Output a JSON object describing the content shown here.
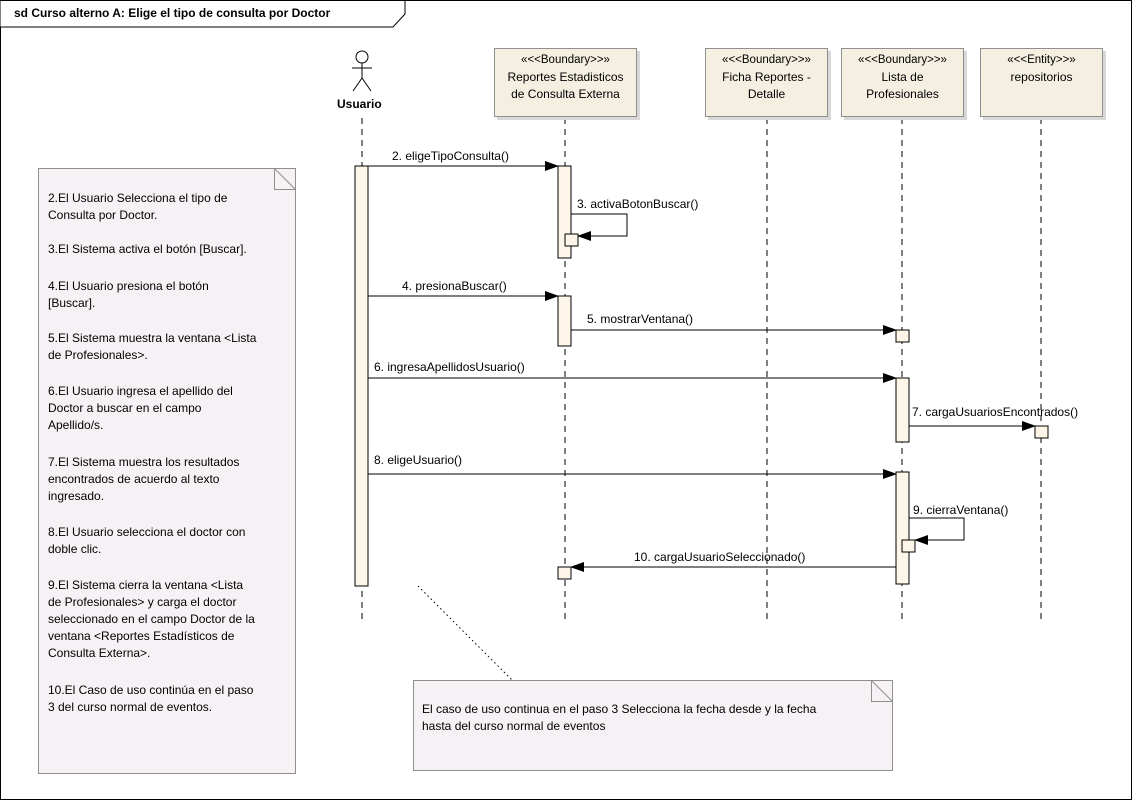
{
  "frame": {
    "title": "sd  Curso alterno A: Elige el tipo de consulta por Doctor"
  },
  "actor": {
    "name": "Usuario"
  },
  "lifelines": [
    {
      "stereotype": "«<<Boundary>>»",
      "name_lines": [
        "Reportes Estadisticos",
        "de Consulta Externa"
      ]
    },
    {
      "stereotype": "«<<Boundary>>»",
      "name_lines": [
        "Ficha Reportes -",
        "Detalle"
      ]
    },
    {
      "stereotype": "«<<Boundary>>»",
      "name_lines": [
        "Lista de",
        "Profesionales"
      ]
    },
    {
      "stereotype": "«<<Entity>>»",
      "name_lines": [
        "repositorios"
      ]
    }
  ],
  "messages": [
    {
      "label": "2. eligeTipoConsulta()"
    },
    {
      "label": "3. activaBotonBuscar()"
    },
    {
      "label": "4. presionaBuscar()"
    },
    {
      "label": "5. mostrarVentana()"
    },
    {
      "label": "6. ingresaApellidosUsuario()"
    },
    {
      "label": "7. cargaUsuariosEncontrados()"
    },
    {
      "label": "8. eligeUsuario()"
    },
    {
      "label": "9. cierraVentana()"
    },
    {
      "label": "10. cargaUsuarioSeleccionado()"
    }
  ],
  "steps_note": {
    "lines": [
      "2.El Usuario Selecciona el tipo de",
      "Consulta por Doctor.",
      "3.El Sistema activa el botón [Buscar].",
      "4.El Usuario presiona el botón",
      "[Buscar].",
      "5.El Sistema muestra la ventana <Lista",
      "de Profesionales>.",
      "6.El Usuario ingresa el apellido del",
      "Doctor a buscar en el campo",
      "Apellido/s.",
      "7.El Sistema muestra los resultados",
      "encontrados de acuerdo al texto",
      "ingresado.",
      "8.El Usuario selecciona el doctor con",
      "doble clic.",
      "9.El Sistema cierra la ventana <Lista",
      "de Profesionales> y carga el doctor",
      "seleccionado en el campo Doctor de la",
      "ventana <Reportes Estadísticos de",
      "Consulta Externa>.",
      "10.El Caso de uso continúa en el paso",
      "3 del curso normal de eventos."
    ]
  },
  "continue_note": {
    "lines": [
      "El caso de uso continua en el paso 3 Selecciona la fecha desde y la fecha",
      "hasta del curso normal de eventos"
    ]
  },
  "colors": {
    "box_fill": "#f4efe1",
    "note_fill": "#f6f1f5",
    "activation_fill": "#fdf6e8",
    "line": "#000000"
  }
}
